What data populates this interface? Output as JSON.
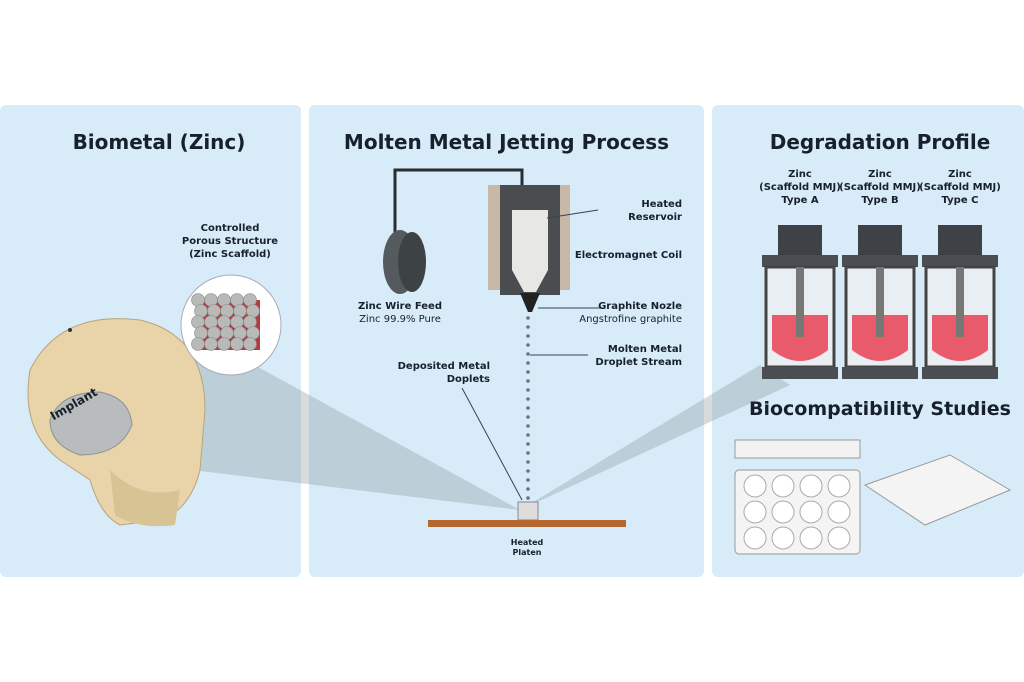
{
  "panels": {
    "left": {
      "title": "Biometal (Zinc)",
      "callout": [
        "Controlled",
        "Porous Structure",
        "(Zinc Scaffold)"
      ],
      "implant_label": "Implant"
    },
    "middle": {
      "title": "Molten Metal Jetting Process",
      "wire_feed": "Zinc Wire Feed",
      "wire_purity": "Zinc 99.9% Pure",
      "reservoir": [
        "Heated",
        "Reservoir"
      ],
      "coil": "Electromagnet Coil",
      "nozzle": "Graphite Nozle",
      "nozzle_sub": "Angstrofine graphite",
      "stream": [
        "Molten Metal",
        "Droplet Stream"
      ],
      "deposited": [
        "Deposited Metal",
        "Doplets"
      ],
      "platen": [
        "Heated",
        "Platen"
      ]
    },
    "right": {
      "title": "Degradation Profile",
      "types": [
        [
          "Zinc",
          "(Scaffold MMJ)",
          "Type A"
        ],
        [
          "Zinc",
          "(Scaffold MMJ)",
          "Type B"
        ],
        [
          "Zinc",
          "(Scaffold MMJ)",
          "Type C"
        ]
      ],
      "bio_title": "Biocompatibility Studies"
    }
  },
  "colors": {
    "panel": "#d7ebf9",
    "platen": "#b5672f",
    "bone": "#e8d4a8",
    "medium": "#e85a6c"
  }
}
